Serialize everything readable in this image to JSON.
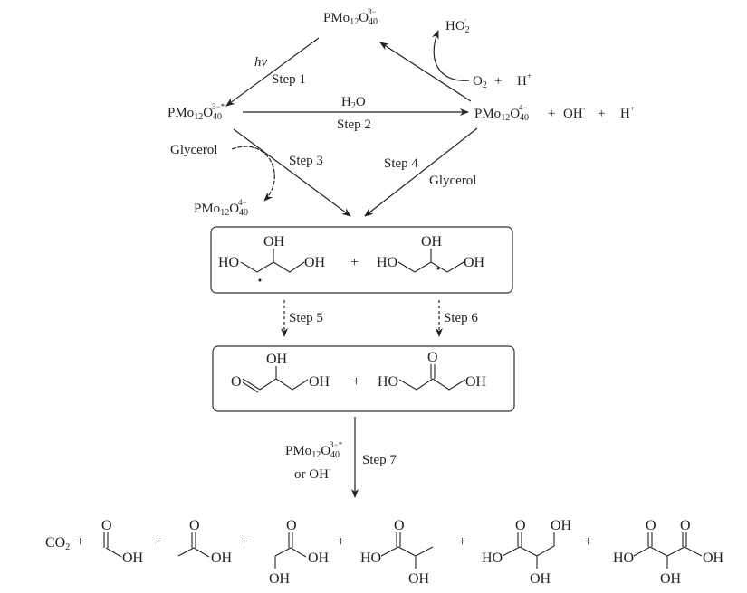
{
  "species": {
    "pmo_ground": {
      "base": "PMo",
      "sub1": "12",
      "o": "O",
      "sub2": "40",
      "sup": "3−"
    },
    "pmo_excited": {
      "base": "PMo",
      "sub1": "12",
      "o": "O",
      "sub2": "40",
      "sup": "3−*"
    },
    "pmo_reduced": {
      "base": "PMo",
      "sub1": "12",
      "o": "O",
      "sub2": "40",
      "sup": "4−"
    },
    "pmo_reduced_side": {
      "base": "PMo",
      "sub1": "12",
      "o": "O",
      "sub2": "40",
      "sup": "4−"
    },
    "ho2": {
      "base": "HO",
      "sub": "2",
      "sup": "·"
    },
    "o2": {
      "base": "O",
      "sub": "2"
    },
    "h_plus": "H",
    "h_plus_sup": "+",
    "oh_radical": "OH",
    "oh_radical_sup": "·",
    "plus": "+"
  },
  "labels": {
    "hv": "hν",
    "step1": "Step 1",
    "step2": "Step 2",
    "step3": "Step 3",
    "step4": "Step 4",
    "step5": "Step 5",
    "step6": "Step 6",
    "step7": "Step 7",
    "h2o_base": "H",
    "h2o_sub": "2",
    "h2o_o": "O",
    "glycerol_left": "Glycerol",
    "glycerol_right": "Glycerol",
    "step7_reagent_line2": "or OH",
    "step7_reagent_sup": "·"
  },
  "radicals_box": {
    "left": {
      "oh_top": "OH",
      "ho_left": "HO",
      "oh_right": "OH"
    },
    "plus": "+",
    "right": {
      "oh_top": "OH",
      "ho_left": "HO",
      "oh_right": "OH"
    }
  },
  "intermediates_box": {
    "glyceraldehyde": {
      "o": "O",
      "oh_top": "OH",
      "oh_right": "OH"
    },
    "plus": "+",
    "dihydroxyacetone": {
      "o_top": "O",
      "ho_left": "HO",
      "oh_right": "OH"
    }
  },
  "products": {
    "co2": {
      "base": "CO",
      "sub": "2"
    },
    "plus": "+",
    "formic_acid": {
      "o": "O",
      "oh": "OH"
    },
    "acetic_acid": {
      "o": "O",
      "oh": "OH"
    },
    "glycolic_acid": {
      "o": "O",
      "oh": "OH",
      "oh_bottom": "OH"
    },
    "lactic_acid": {
      "o": "O",
      "ho": "HO",
      "oh_bottom": "OH"
    },
    "glyceric_acid": {
      "o": "O",
      "ho": "HO",
      "oh_bottom": "OH",
      "oh_top": "OH"
    },
    "tartronic_acid": {
      "o1": "O",
      "o2": "O",
      "ho": "HO",
      "oh_right": "OH",
      "oh_bottom": "OH"
    }
  }
}
